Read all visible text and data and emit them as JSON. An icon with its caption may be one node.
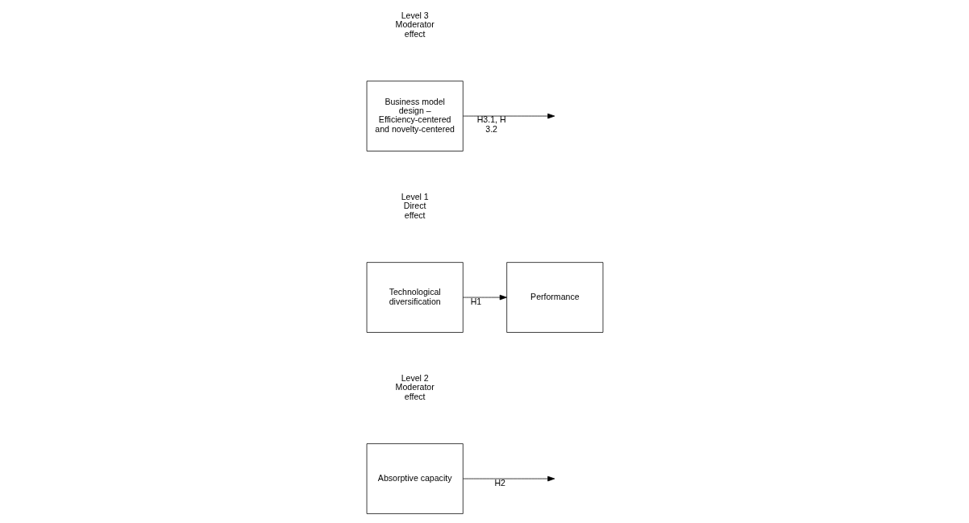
{
  "diagram": {
    "nodes": [
      {
        "text": [
          "Business model design – Efficiency-centered and novelty-centered"
        ]
      },
      {
        "text": [
          "Absorptive capacity"
        ]
      },
      {
        "text": [
          "Technological diversification"
        ]
      },
      {
        "text": [
          "Performance"
        ]
      }
    ],
    "edges": [
      {
        "from": 0,
        "to": null,
        "arrow": "to",
        "label": "H3.1, H 3.2"
      },
      {
        "from": 1,
        "to": null,
        "arrow": "to",
        "label": "H2"
      },
      {
        "from": 2,
        "to": 3,
        "arrow": "to",
        "label": "H1"
      }
    ],
    "labels": [
      "Level 3 Moderator effect",
      "Level 2 Moderator effect",
      "Level 1 Direct effect"
    ]
  }
}
